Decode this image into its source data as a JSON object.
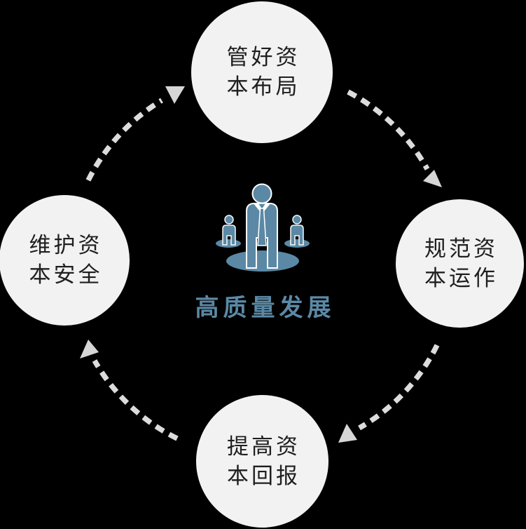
{
  "diagram": {
    "type": "cycle",
    "flow_direction": "clockwise",
    "background_color": "#000000",
    "node_fill_color": "#f2f2f2",
    "node_text_color": "#1f1f1f",
    "arrow_color": "#dcdcdc",
    "arrowhead_color": "#d6d6d6",
    "accent_color": "#5b89a5",
    "center": {
      "label": "高质量发展",
      "icon": "team-leader-icon"
    },
    "nodes": [
      {
        "position": "top",
        "line1": "管好资",
        "line2": "本布局"
      },
      {
        "position": "right",
        "line1": "规范资",
        "line2": "本运作"
      },
      {
        "position": "bottom",
        "line1": "提高资",
        "line2": "本回报"
      },
      {
        "position": "left",
        "line1": "维护资",
        "line2": "本安全"
      }
    ]
  }
}
